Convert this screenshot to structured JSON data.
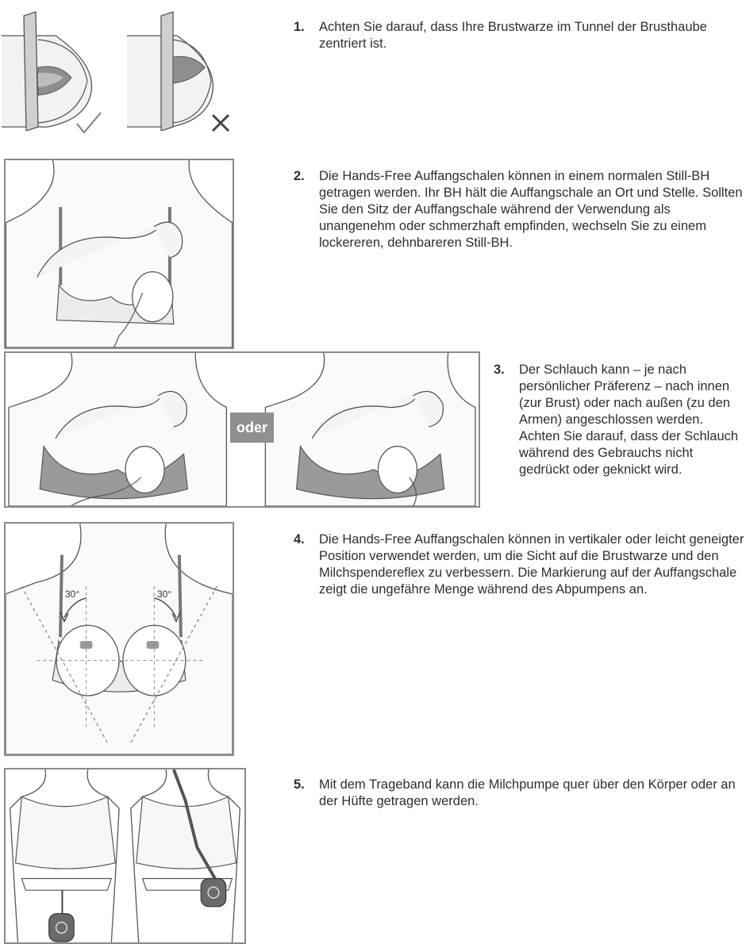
{
  "steps": [
    {
      "num": "1.",
      "text": "Achten Sie darauf, dass Ihre Brustwarze im Tunnel der Brusthaube zentriert ist."
    },
    {
      "num": "2.",
      "text": "Die Hands-Free Auffangschalen können in einem normalen Still-BH getragen werden. Ihr BH hält die Auffangschale an Ort und Stelle. Sollten Sie den Sitz der Auffangschale während der Verwendung als unangenehm oder schmerzhaft empfinden, wechseln Sie zu einem lockereren, dehnbareren Still-BH."
    },
    {
      "num": "3.",
      "text": "Der Schlauch kann – je nach persönlicher Präferenz – nach innen (zur Brust) oder nach außen (zu den Armen) angeschlossen werden. Achten Sie darauf, dass der Schlauch während des Gebrauchs nicht gedrückt oder geknickt wird."
    },
    {
      "num": "4.",
      "text": "Die Hands-Free Auffangschalen können in vertikaler oder leicht geneigter Position verwendet werden, um die Sicht auf die Brustwarze und den Milchspendereflex zu verbessern. Die Markierung auf der Auffangschale zeigt die ungefähre Menge während des Abpumpens an."
    },
    {
      "num": "5.",
      "text": "Mit dem Trageband kann die Milchpumpe quer über den Körper oder an der Hüfte getragen werden."
    }
  ],
  "oder_label": "oder",
  "angle_left": "30°",
  "angle_right": "30°",
  "icons": {
    "correct": "checkmark-icon",
    "incorrect": "cross-icon"
  },
  "colors": {
    "line": "#555555",
    "bra_gray": "#9a9a9a",
    "frame": "#8a8a8a",
    "oder_bg": "#909090"
  }
}
